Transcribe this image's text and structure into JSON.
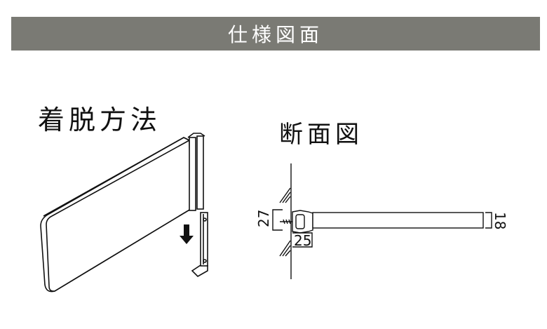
{
  "banner": {
    "title": "仕様図面",
    "color": "#7a7a74"
  },
  "mounting": {
    "heading": "着脱方法"
  },
  "section": {
    "heading": "断面図",
    "dimensions": {
      "height": "27",
      "width": "25",
      "thickness": "18"
    }
  }
}
